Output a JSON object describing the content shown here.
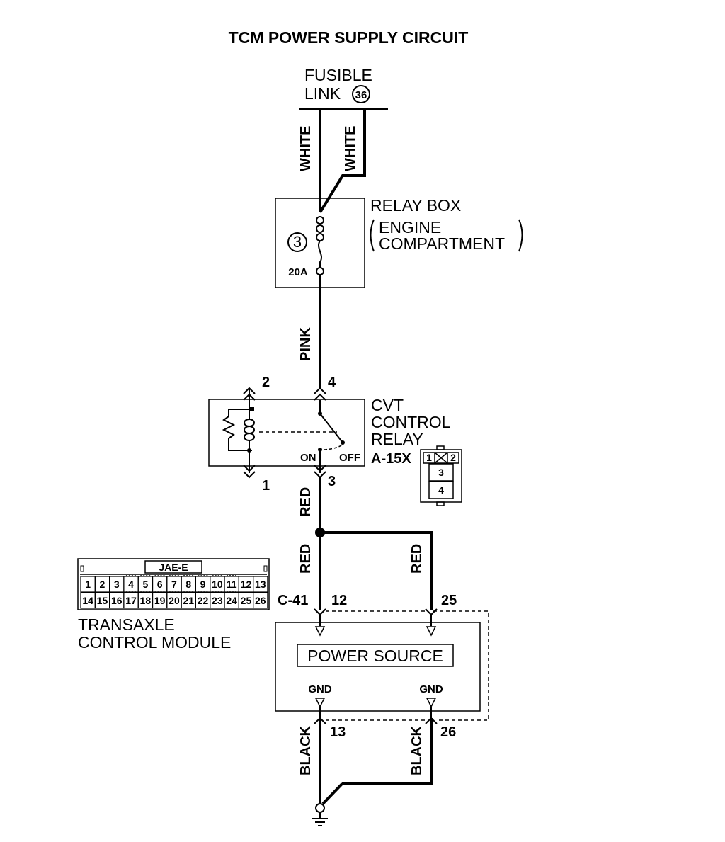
{
  "title": "TCM POWER SUPPLY CIRCUIT",
  "fusible_link": {
    "line1": "FUSIBLE",
    "line2": "LINK",
    "number": "36"
  },
  "relay_box": {
    "line1": "RELAY BOX",
    "line2": "ENGINE",
    "line3": "COMPARTMENT",
    "fuse_number": "3",
    "fuse_rating": "20A"
  },
  "wires": {
    "white_left": "WHITE",
    "white_right": "WHITE",
    "pink": "PINK",
    "red_top": "RED",
    "red_left": "RED",
    "red_right": "RED",
    "black_left": "BLACK",
    "black_right": "BLACK"
  },
  "cvt_relay": {
    "line1": "CVT",
    "line2": "CONTROL",
    "line3": "RELAY",
    "connector": "A-15X",
    "pin_2": "2",
    "pin_4": "4",
    "pin_1": "1",
    "pin_3": "3",
    "on_label": "ON",
    "off_label": "OFF",
    "connector_cells": [
      "1",
      "2",
      "3",
      "4"
    ]
  },
  "tcm": {
    "connector": "C-41",
    "pin_12": "12",
    "pin_25": "25",
    "pin_13": "13",
    "pin_26": "26",
    "power_source": "POWER SOURCE",
    "gnd_left": "GND",
    "gnd_right": "GND",
    "label_line1": "TRANSAXLE",
    "label_line2": "CONTROL MODULE",
    "connector_type": "JAE-E",
    "connector_row1": [
      "1",
      "2",
      "3",
      "4",
      "5",
      "6",
      "7",
      "8",
      "9",
      "10",
      "11",
      "12",
      "13"
    ],
    "connector_row2": [
      "14",
      "15",
      "16",
      "17",
      "18",
      "19",
      "20",
      "21",
      "22",
      "23",
      "24",
      "25",
      "26"
    ]
  }
}
